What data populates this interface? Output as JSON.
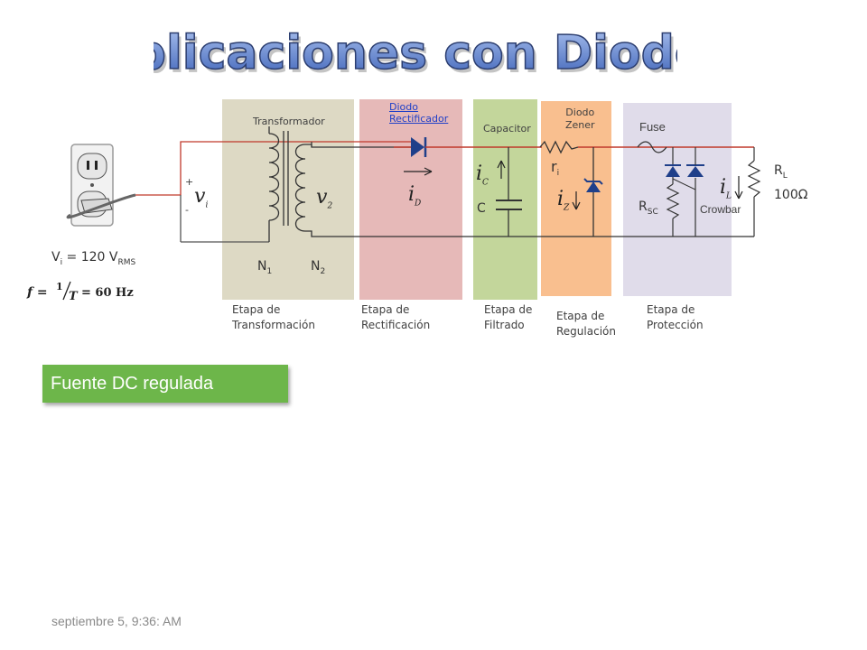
{
  "title": "Aplicaciones con Diodos",
  "source": {
    "label_prefix": "V",
    "label_sub": "i",
    "label_value": " = 120 V",
    "label_unit_sub": "RMS",
    "freq_formula": "f = 1/T = 60 Hz",
    "plus": "+",
    "minus": "-",
    "vi_main": "v",
    "vi_sub": "i"
  },
  "transformer": {
    "label": "Transformador",
    "n1": "N",
    "n1_sub": "1",
    "n2": "N",
    "n2_sub": "2",
    "v2_main": "v",
    "v2_sub": "2"
  },
  "rectifier": {
    "label_line1": "Diodo",
    "label_line2": "Rectificador",
    "id_main": "i",
    "id_sub": "D"
  },
  "filter": {
    "label": "Capacitor",
    "ic_main": "i",
    "ic_sub": "C",
    "c": "C"
  },
  "regulator": {
    "label_line1": "Diodo",
    "label_line2": "Zener",
    "ri_main": "r",
    "ri_sub": "i",
    "iz_main": "i",
    "iz_sub": "Z"
  },
  "protection": {
    "fuse": "Fuse",
    "rsc_main": "R",
    "rsc_sub": "SC",
    "crowbar": "Crowbar",
    "il_main": "i",
    "il_sub": "L",
    "rl_main": "R",
    "rl_sub": "L",
    "rl_value": "100Ω"
  },
  "stages": [
    {
      "line1": "Etapa de",
      "line2": "Transformación"
    },
    {
      "line1": "Etapa de",
      "line2": "Rectificación"
    },
    {
      "line1": "Etapa de",
      "line2": "Filtrado"
    },
    {
      "line1": "Etapa de",
      "line2": "Regulación"
    },
    {
      "line1": "Etapa de",
      "line2": "Protección"
    }
  ],
  "badge": "Fuente DC regulada",
  "footer": "septiembre 5, 9:36: AM",
  "colors": {
    "transform_bg": "#ddd9c4",
    "rectify_bg": "#e6b9b8",
    "filter_bg": "#c3d69b",
    "regulate_bg": "#f9bf8f",
    "protect_bg": "#e0dcea",
    "wire_red": "#c0392b",
    "badge": "#6db64a",
    "title_fill": "#5b7bc8"
  }
}
